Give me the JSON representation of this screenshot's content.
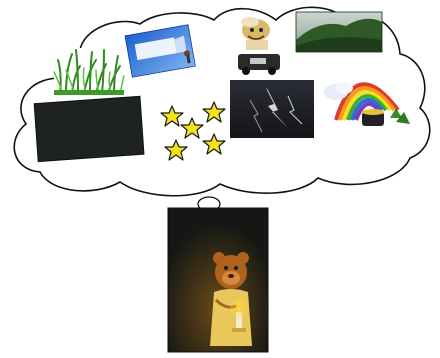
{
  "scene": {
    "thought_cloud": {
      "items": [
        {
          "name": "grass-picture"
        },
        {
          "name": "sky-banner-picture"
        },
        {
          "name": "cartoon-character-picture"
        },
        {
          "name": "hill-landscape-picture"
        },
        {
          "name": "dark-photo-picture"
        },
        {
          "name": "stars-picture"
        },
        {
          "name": "lightning-picture"
        },
        {
          "name": "rainbow-picture"
        }
      ]
    },
    "dreamer_picture": {
      "name": "bear-with-candle-picture"
    },
    "colors": {
      "outline": "#111111",
      "dark_panel": "#1e231f",
      "star_fill": "#f4e21c",
      "grass": "#3f9a2c"
    }
  }
}
